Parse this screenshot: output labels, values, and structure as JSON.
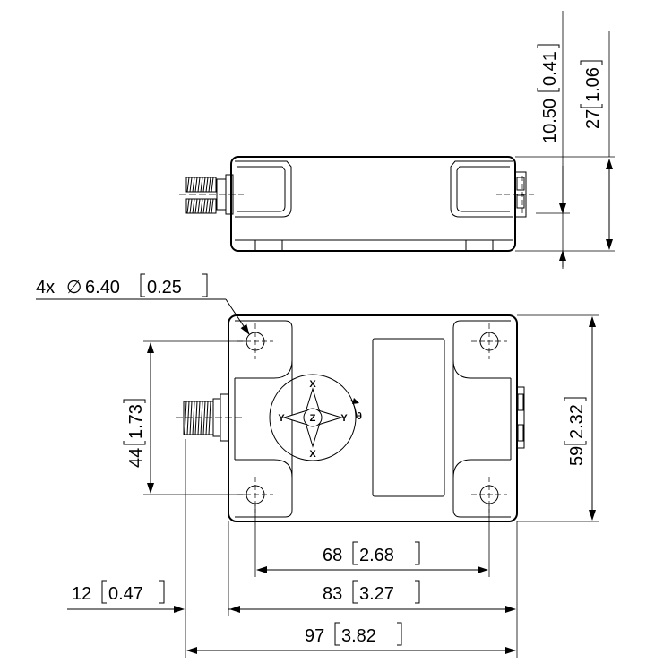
{
  "dimensions": {
    "height_offset": {
      "mm": "10.50",
      "in": "0.41"
    },
    "height_total": {
      "mm": "27",
      "in": "1.06"
    },
    "hole_diameter": {
      "prefix": "4x",
      "symbol": "∅",
      "mm": "6.40",
      "in": "0.25"
    },
    "hole_spacing_vertical": {
      "mm": "44",
      "in": "1.73"
    },
    "body_height": {
      "mm": "59",
      "in": "2.32"
    },
    "hole_spacing_horizontal": {
      "mm": "68",
      "in": "2.68"
    },
    "body_width": {
      "mm": "83",
      "in": "3.27"
    },
    "connector_length": {
      "mm": "12",
      "in": "0.47"
    },
    "overall_width": {
      "mm": "97",
      "in": "3.82"
    }
  },
  "axes": {
    "x_top": "X",
    "x_bottom": "X",
    "y_left": "Y",
    "y_right": "Y",
    "z_center": "Z"
  },
  "icons": [
    "m12-connector-icon",
    "mounting-hole-icon",
    "axis-compass-icon",
    "rotation-arrow-icon"
  ]
}
